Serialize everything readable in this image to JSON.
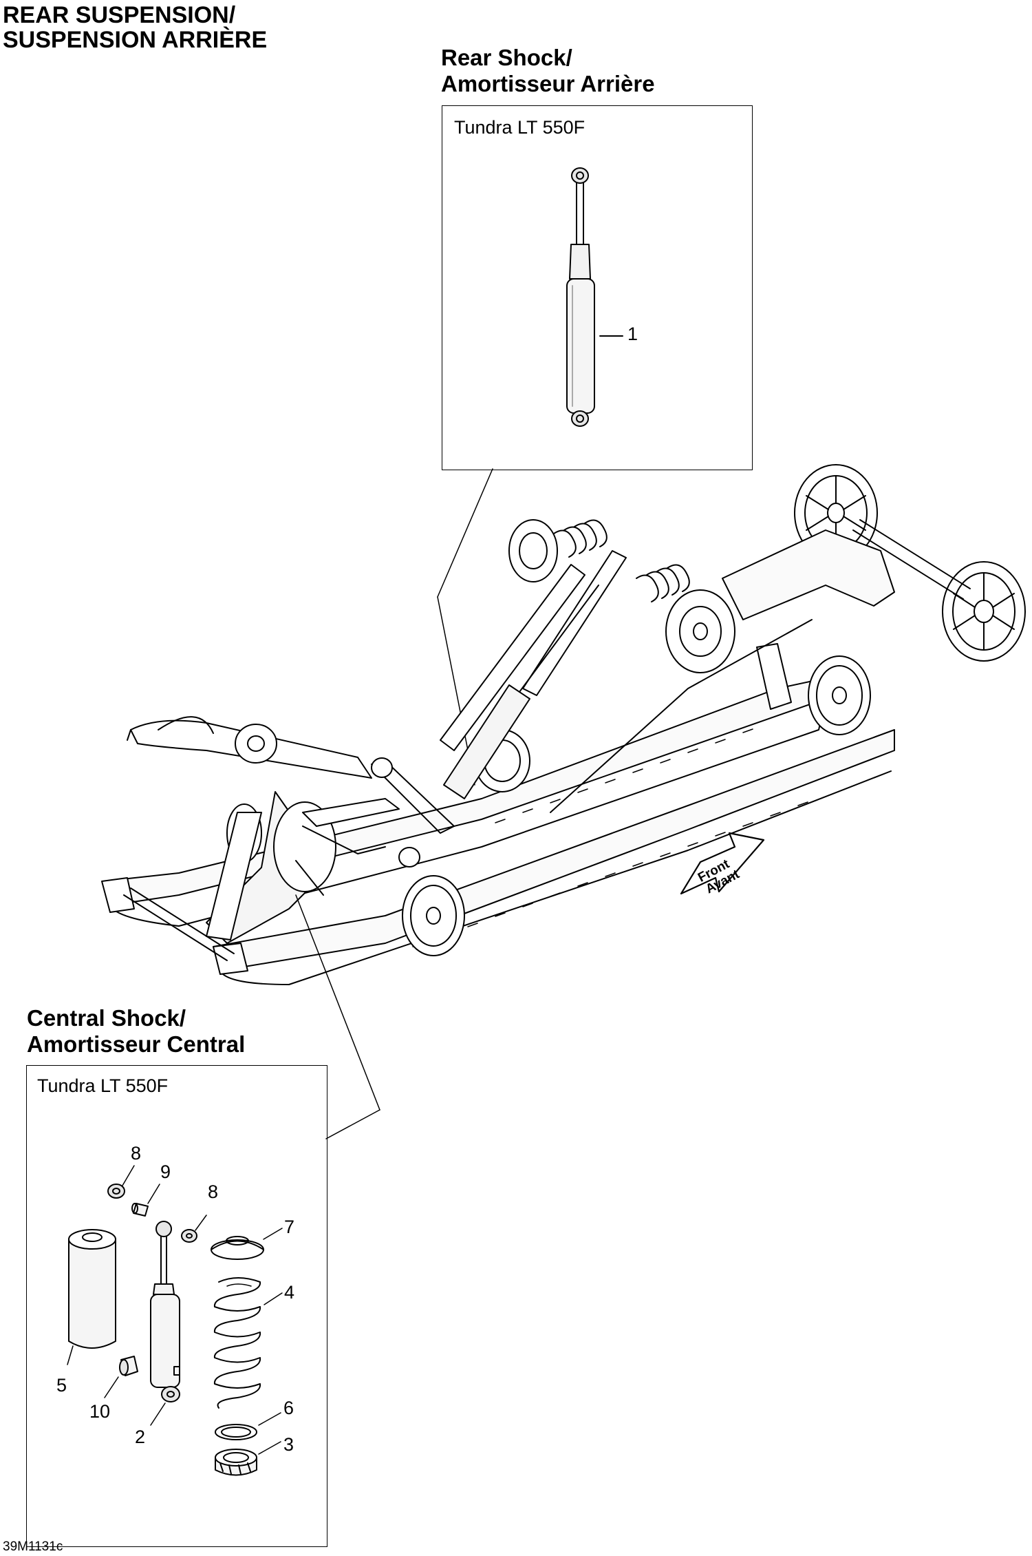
{
  "header": {
    "title_line1": "REAR SUSPENSION/",
    "title_line2": "SUSPENSION ARRIÈRE"
  },
  "rear_shock": {
    "title_line1": "Rear Shock/",
    "title_line2": "Amortisseur Arrière",
    "model": "Tundra LT 550F",
    "callouts": [
      "1"
    ]
  },
  "central_shock": {
    "title_line1": "Central Shock/",
    "title_line2": "Amortisseur Central",
    "model": "Tundra LT 550F",
    "callouts": [
      "8",
      "9",
      "8",
      "7",
      "4",
      "5",
      "10",
      "2",
      "6",
      "3"
    ]
  },
  "direction_arrow": {
    "line1": "Front",
    "line2": "Avant"
  },
  "drawing_code": "39M1131c"
}
